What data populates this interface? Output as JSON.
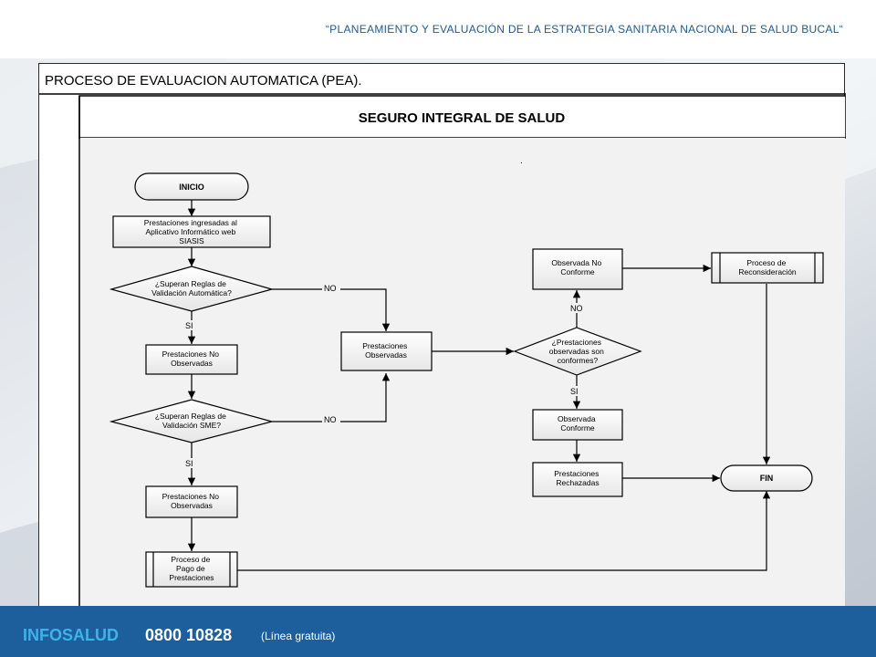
{
  "header": {
    "title": "“PLANEAMIENTO Y EVALUACIÓN DE LA ESTRATEGIA SANITARIA NACIONAL DE SALUD BUCAL“"
  },
  "diagram": {
    "process_title": "PROCESO DE EVALUACION AUTOMATICA (PEA).",
    "lane_title": "SEGURO INTEGRAL DE SALUD",
    "dot": ".",
    "nodes": {
      "inicio": "INICIO",
      "ingresadas": [
        "Prestaciones ingresadas al",
        "Aplicativo Informático web",
        "SIASIS"
      ],
      "reglas_auto": [
        "¿Superan Reglas de",
        "Validación Automática?"
      ],
      "no_observadas_1": [
        "Prestaciones No",
        "Observadas"
      ],
      "reglas_sme": [
        "¿Superan Reglas de",
        "Validación SME?"
      ],
      "no_observadas_2": [
        "Prestaciones No",
        "Observadas"
      ],
      "pago": [
        "Proceso de",
        "Pago de",
        "Prestaciones"
      ],
      "observadas": [
        "Prestaciones",
        "Observadas"
      ],
      "conformes_q": [
        "¿Prestaciones",
        "observadas son",
        "conformes?"
      ],
      "no_conforme": [
        "Observada No",
        "Conforme"
      ],
      "reconsideracion": [
        "Proceso de",
        "Reconsideración"
      ],
      "conforme": [
        "Observada",
        "Conforme"
      ],
      "rechazadas": [
        "Prestaciones",
        "Rechazadas"
      ],
      "fin": "FIN"
    },
    "edge_labels": {
      "no_1": "NO",
      "si_1": "SI",
      "no_2": "NO",
      "si_2": "SI",
      "no_3": "NO",
      "si_3": "SI"
    }
  },
  "footer": {
    "brand": "INFOSALUD",
    "phone": "0800 10828",
    "note": "(Línea gratuita)"
  }
}
